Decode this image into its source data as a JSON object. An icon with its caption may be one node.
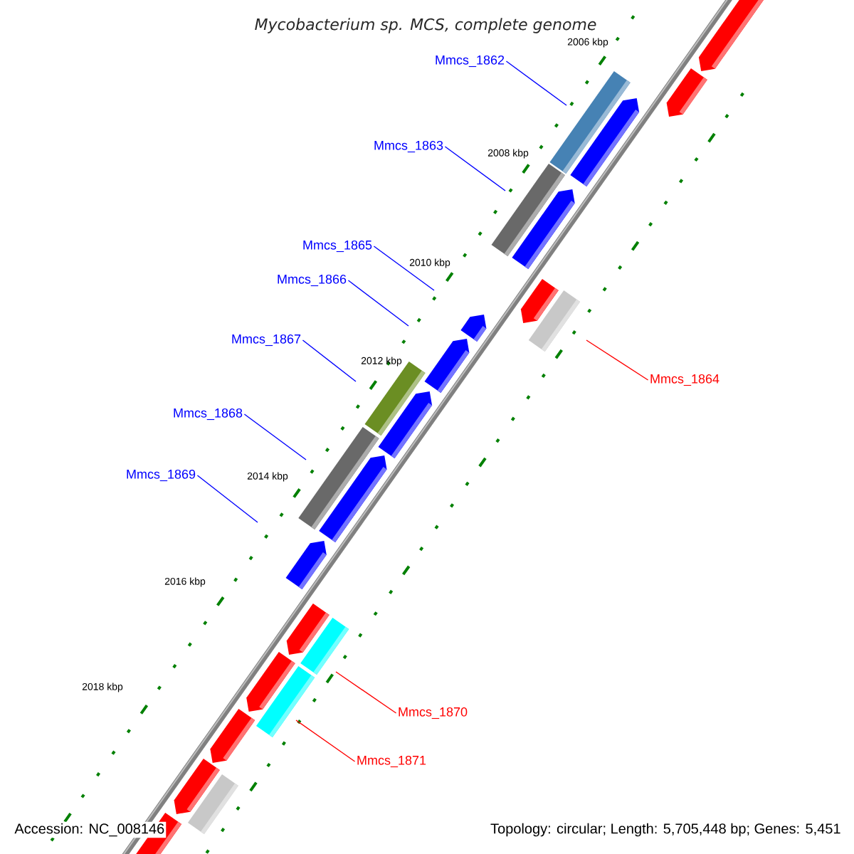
{
  "diagram": {
    "title": "Mycobacterium sp. MCS, complete genome",
    "nodes": [
      {
        "text": [
          "Mmcs_1862"
        ]
      },
      {
        "text": [
          "Mmcs_1863"
        ]
      },
      {
        "text": [
          "Mmcs_1865"
        ]
      },
      {
        "text": [
          "Mmcs_1866"
        ]
      },
      {
        "text": [
          "Mmcs_1867"
        ]
      },
      {
        "text": [
          "Mmcs_1864"
        ]
      },
      {
        "text": [
          "Mmcs_1868"
        ]
      },
      {
        "text": [
          "Mmcs_1869"
        ]
      },
      {
        "text": [
          "Mmcs_1870"
        ]
      },
      {
        "text": [
          "Mmcs_1871"
        ]
      }
    ],
    "edges": [
      {
        "from": 0,
        "to": null,
        "arrow": "none"
      },
      {
        "from": 1,
        "to": null,
        "arrow": "none"
      },
      {
        "from": 2,
        "to": null,
        "arrow": "none"
      },
      {
        "from": 3,
        "to": null,
        "arrow": "none"
      },
      {
        "from": 4,
        "to": null,
        "arrow": "none"
      },
      {
        "from": 5,
        "to": null,
        "arrow": "none",
        "color": "#ff0000"
      },
      {
        "from": 6,
        "to": null,
        "arrow": "none"
      },
      {
        "from": 7,
        "to": null,
        "arrow": "none"
      },
      {
        "from": 8,
        "to": null,
        "arrow": "none",
        "color": "#ff0000"
      },
      {
        "from": 9,
        "to": null,
        "arrow": "none",
        "color": "#ff0000"
      }
    ],
    "labels": [
      "2006 kbp",
      "2008 kbp",
      "2010 kbp",
      "2012 kbp",
      "2014 kbp",
      "2016 kbp",
      "2018 kbp",
      "Accession: NC_008146",
      "Topology: circular; Length: 5,705,448 bp; Genes: 5,451"
    ]
  }
}
